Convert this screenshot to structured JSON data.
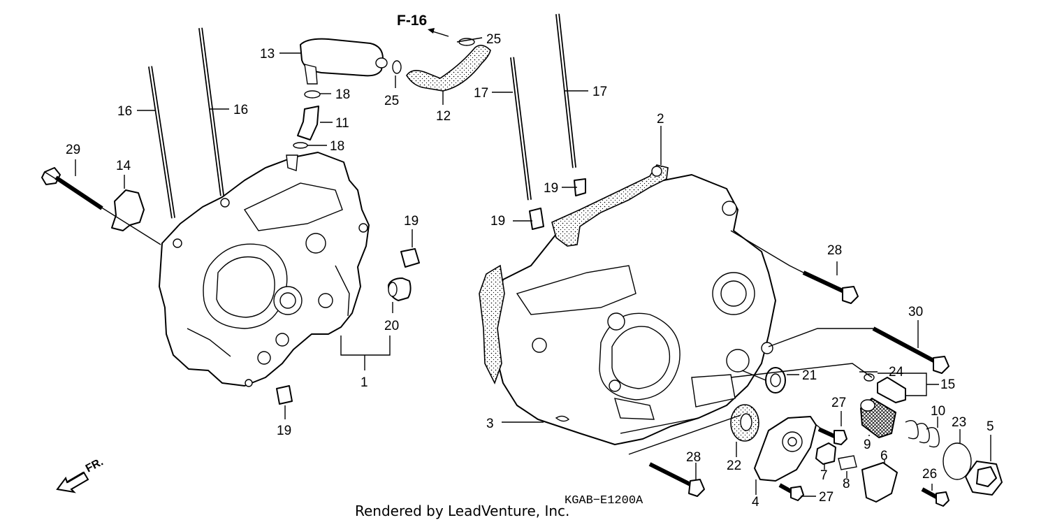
{
  "diagram": {
    "section_ref": "F-16",
    "diagram_code": "KGAB−E1200A",
    "footer_text": "Rendered by LeadVenture, Inc.",
    "front_indicator": "FR.",
    "callouts": [
      {
        "id": "c1",
        "label": "1"
      },
      {
        "id": "c2",
        "label": "2"
      },
      {
        "id": "c3",
        "label": "3"
      },
      {
        "id": "c4",
        "label": "4"
      },
      {
        "id": "c5",
        "label": "5"
      },
      {
        "id": "c6",
        "label": "6"
      },
      {
        "id": "c7",
        "label": "7"
      },
      {
        "id": "c8",
        "label": "8"
      },
      {
        "id": "c9",
        "label": "9"
      },
      {
        "id": "c10",
        "label": "10"
      },
      {
        "id": "c11",
        "label": "11"
      },
      {
        "id": "c12",
        "label": "12"
      },
      {
        "id": "c13",
        "label": "13"
      },
      {
        "id": "c14",
        "label": "14"
      },
      {
        "id": "c15",
        "label": "15"
      },
      {
        "id": "c16a",
        "label": "16"
      },
      {
        "id": "c16b",
        "label": "16"
      },
      {
        "id": "c17a",
        "label": "17"
      },
      {
        "id": "c17b",
        "label": "17"
      },
      {
        "id": "c18a",
        "label": "18"
      },
      {
        "id": "c18b",
        "label": "18"
      },
      {
        "id": "c19a",
        "label": "19"
      },
      {
        "id": "c19b",
        "label": "19"
      },
      {
        "id": "c19c",
        "label": "19"
      },
      {
        "id": "c19d",
        "label": "19"
      },
      {
        "id": "c20",
        "label": "20"
      },
      {
        "id": "c21",
        "label": "21"
      },
      {
        "id": "c22",
        "label": "22"
      },
      {
        "id": "c23",
        "label": "23"
      },
      {
        "id": "c24",
        "label": "24"
      },
      {
        "id": "c25a",
        "label": "25"
      },
      {
        "id": "c25b",
        "label": "25"
      },
      {
        "id": "c26",
        "label": "26"
      },
      {
        "id": "c27a",
        "label": "27"
      },
      {
        "id": "c27b",
        "label": "27"
      },
      {
        "id": "c28a",
        "label": "28"
      },
      {
        "id": "c28b",
        "label": "28"
      },
      {
        "id": "c29",
        "label": "29"
      },
      {
        "id": "c30",
        "label": "30"
      }
    ]
  }
}
